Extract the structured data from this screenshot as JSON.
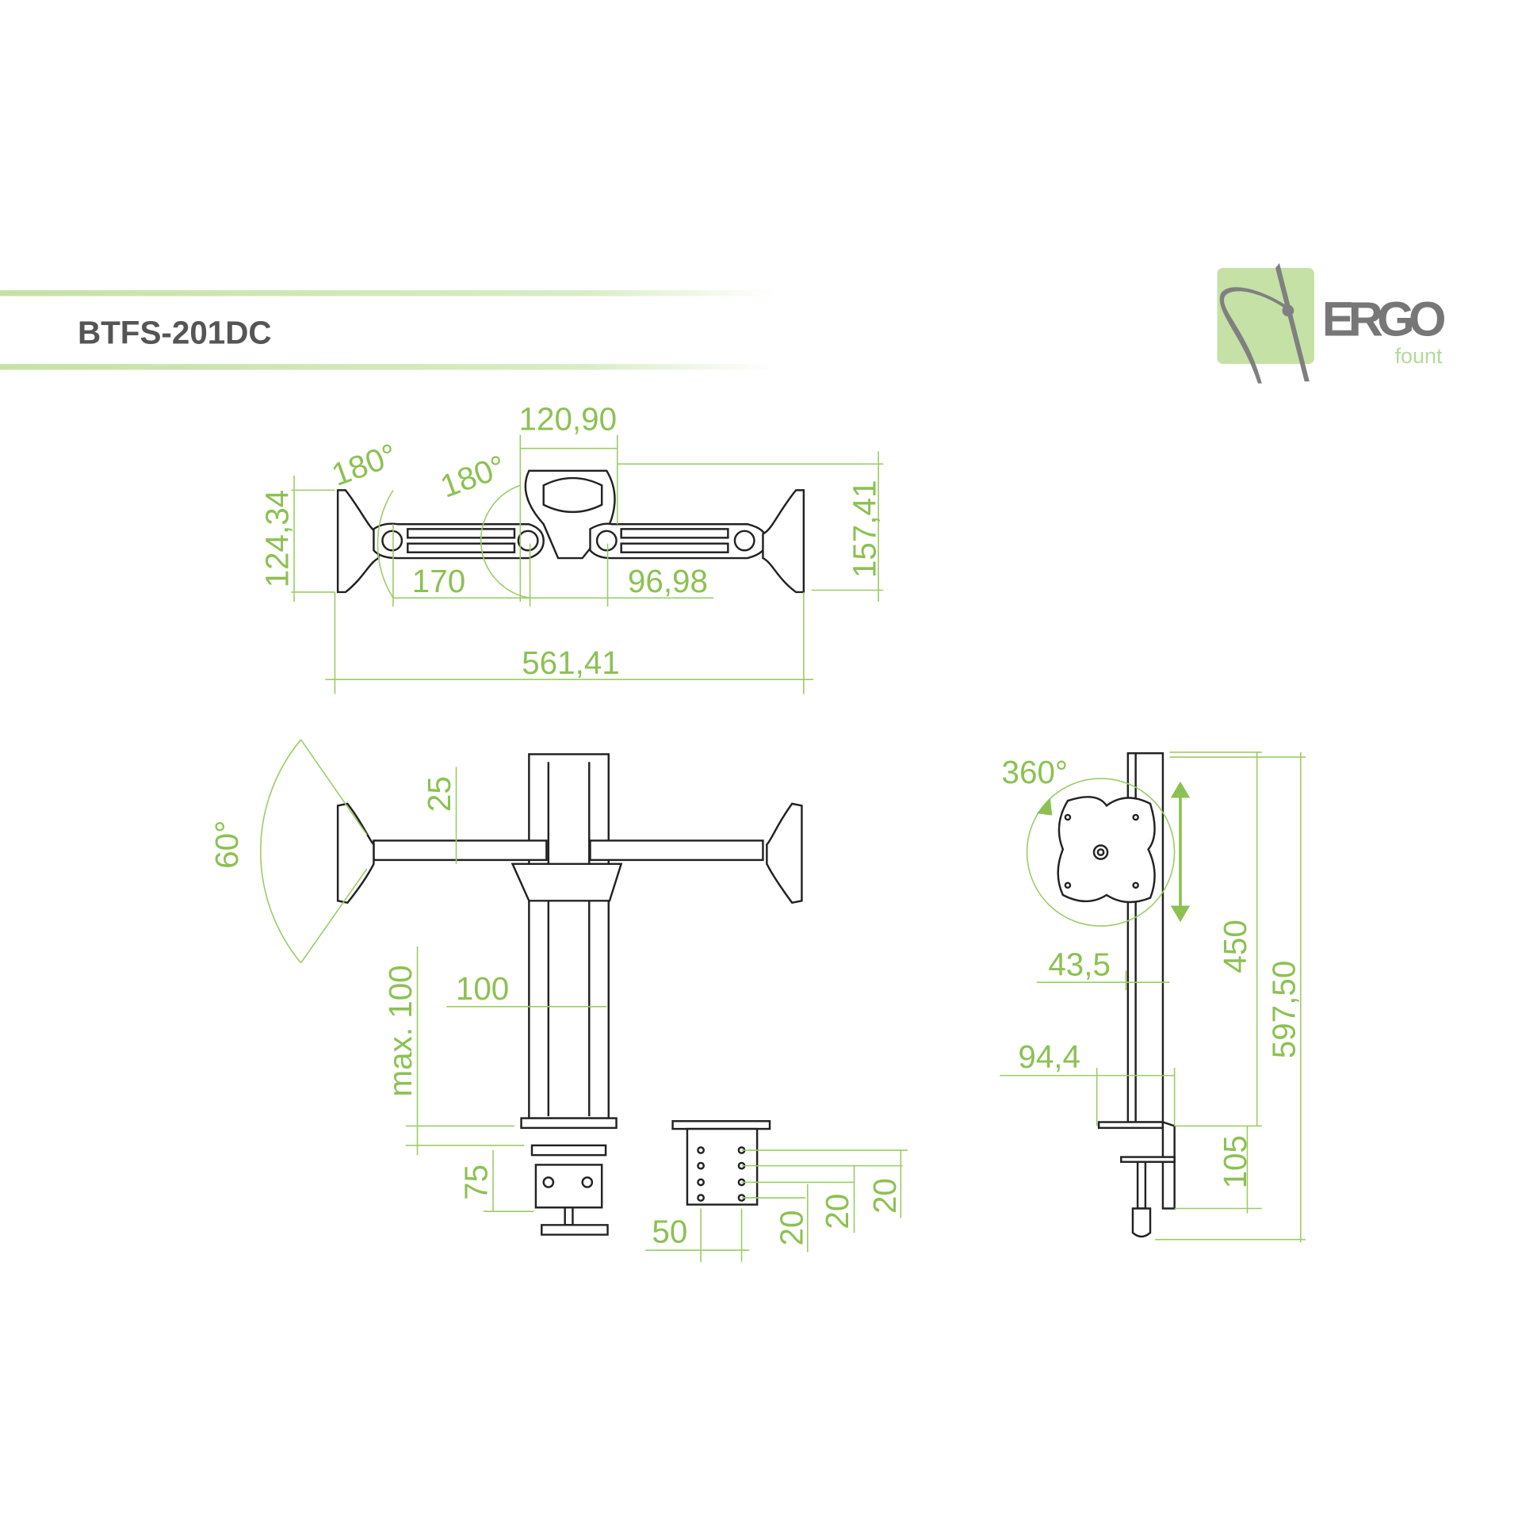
{
  "header": {
    "model": "BTFS-201DC"
  },
  "logo": {
    "brand": "ERGO",
    "sub": "fount",
    "colors": {
      "square": "#c5e1a5",
      "text": "#777777",
      "sub": "#b5d99c"
    }
  },
  "colors": {
    "dimension": "#8cc152",
    "drawing": "#222222"
  },
  "top_view": {
    "dims": {
      "center_width": "120,90",
      "angle_left": "180°",
      "angle_center": "180°",
      "plate_height": "124,34",
      "total_depth": "157,41",
      "arm_left": "170",
      "arm_right": "96,98",
      "total_width": "561,41"
    }
  },
  "front_view": {
    "dims": {
      "tilt": "60°",
      "offset_top": "25",
      "pole_width": "100",
      "max_thickness": "max. 100",
      "clamp_height": "75",
      "grommet_width": "50",
      "hole_1": "20",
      "hole_2": "20",
      "hole_3": "20"
    }
  },
  "side_view": {
    "dims": {
      "rotation": "360°",
      "height_adjust": "450",
      "total_height": "597,50",
      "pole_depth": "43,5",
      "clamp_depth": "94,4",
      "clamp_range": "105"
    }
  }
}
